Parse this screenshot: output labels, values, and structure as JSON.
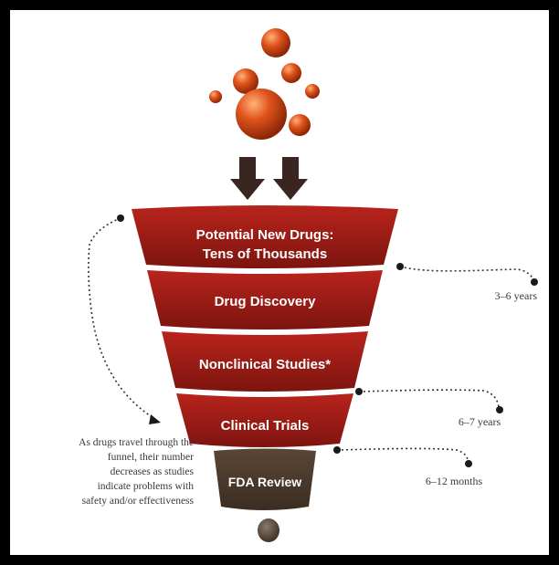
{
  "stages": [
    {
      "id": "potential",
      "label_line1": "Potential New Drugs:",
      "label_line2": "Tens of Thousands"
    },
    {
      "id": "discovery",
      "label_line1": "Drug Discovery"
    },
    {
      "id": "nonclinical",
      "label_line1": "Nonclinical Studies*"
    },
    {
      "id": "clinical",
      "label_line1": "Clinical Trials"
    },
    {
      "id": "review",
      "label_line1": "FDA Review"
    }
  ],
  "durations": [
    {
      "label": "3–6 years"
    },
    {
      "label": "6–7 years"
    },
    {
      "label": "6–12 months"
    }
  ],
  "note": {
    "lines": [
      "As drugs travel through the",
      "funnel, their number",
      "decreases as studies",
      "indicate problems with",
      "safety and/or effectiveness"
    ]
  },
  "colors": {
    "funnel_red": "#9e1b16",
    "funnel_red_dark": "#6e110d",
    "review_brown": "#4a3a2c",
    "sphere_orange": "#e0531b",
    "arrow_brown": "#3a2620",
    "frame": "#000000"
  },
  "icons": {
    "spheres": "drug-molecules",
    "arrows": "down-arrows"
  }
}
